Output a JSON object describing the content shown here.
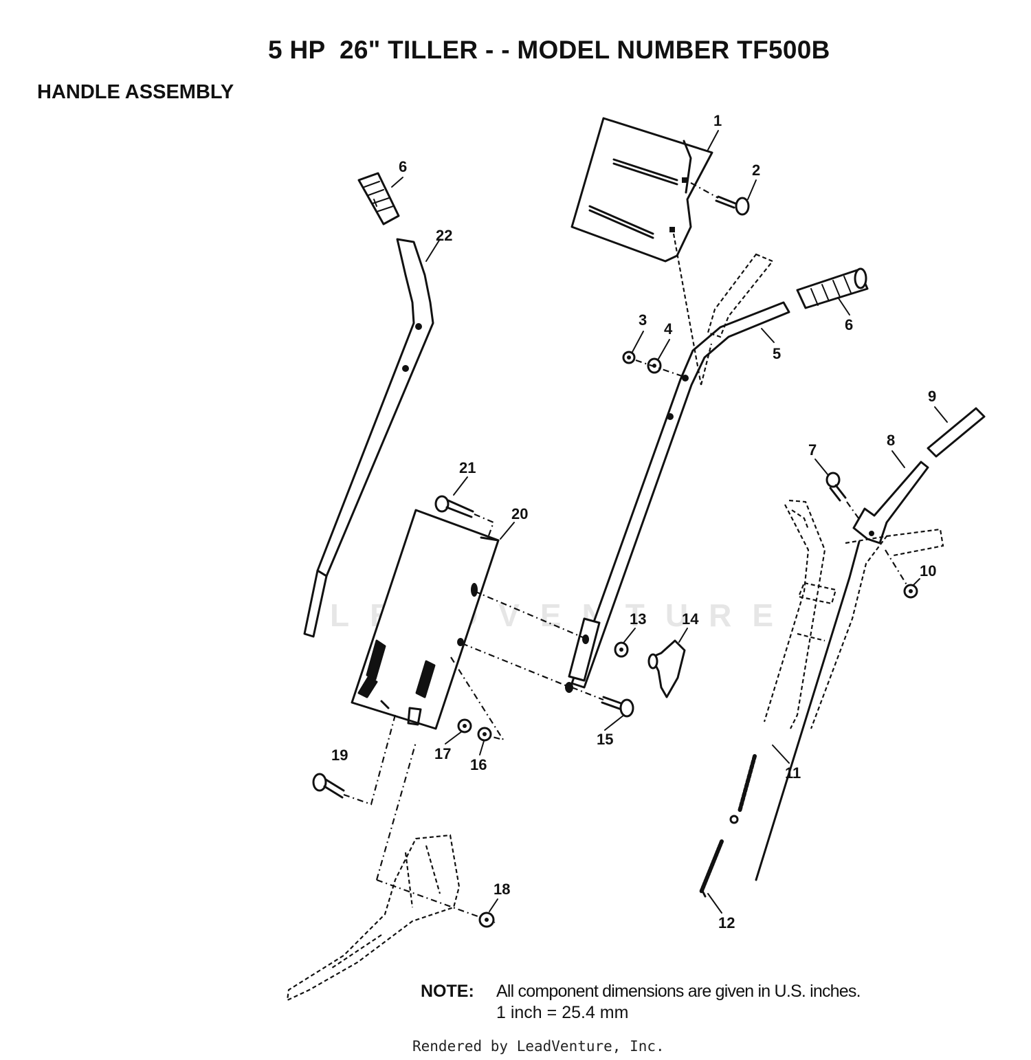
{
  "title": "5 HP  26\" TILLER - - MODEL NUMBER TF500B",
  "subtitle": "HANDLE ASSEMBLY",
  "callouts": [
    "1",
    "2",
    "3",
    "4",
    "5",
    "6",
    "6",
    "7",
    "8",
    "9",
    "10",
    "11",
    "12",
    "13",
    "14",
    "15",
    "16",
    "17",
    "18",
    "19",
    "20",
    "21",
    "22"
  ],
  "note": {
    "label": "NOTE:",
    "line1": "All component dimensions are given in U.S. inches.",
    "line2": "1 inch = 25.4 mm"
  },
  "watermark": "LEADVENTURE",
  "footer": "Rendered by LeadVenture, Inc."
}
